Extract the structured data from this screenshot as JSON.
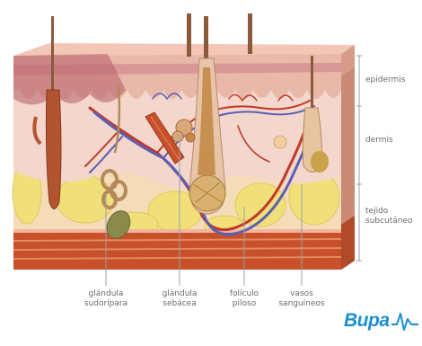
{
  "layers": {
    "epidermis": "epidermis",
    "dermis": "dermis",
    "subcutaneous_line1": "tejido",
    "subcutaneous_line2": "subcutáneo"
  },
  "structures": {
    "sweat_gland_line1": "glándula",
    "sweat_gland_line2": "sudorípara",
    "sebaceous_gland_line1": "glándula",
    "sebaceous_gland_line2": "sebácea",
    "hair_follicle_line1": "folículo",
    "hair_follicle_line2": "piloso",
    "blood_vessels_line1": "vasos",
    "blood_vessels_line2": "sanguíneos"
  },
  "brand": {
    "name": "Bupa",
    "color": "#1a8fd0"
  },
  "colors": {
    "epidermis": "#e8b8a8",
    "dermis": "#f3d6cc",
    "fat": "#f1e07a",
    "muscle": "#c8502a",
    "artery": "#c0392b",
    "vein": "#5b5fb5"
  }
}
